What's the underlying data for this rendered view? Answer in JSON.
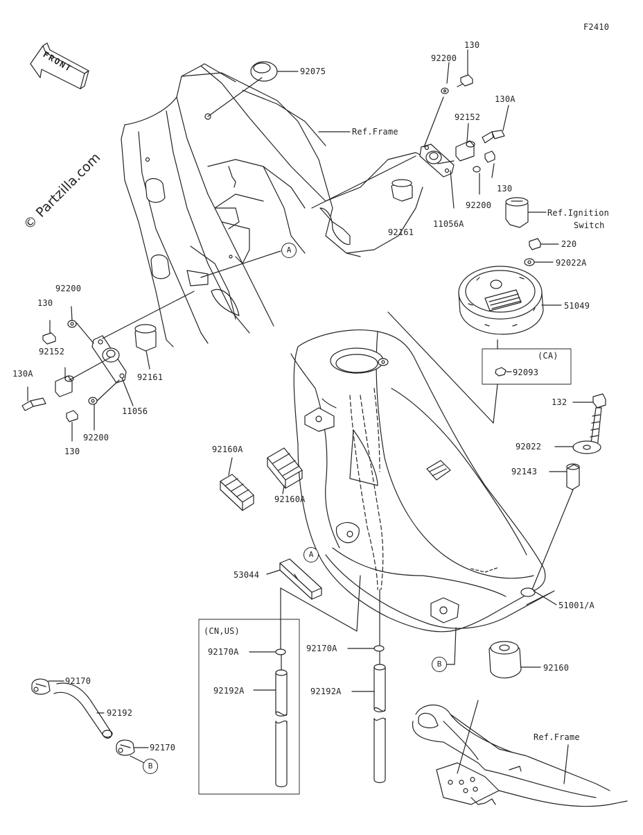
{
  "diagram_code": "F2410",
  "front_label": "FRONT",
  "watermark": "© Partzilla.com",
  "ref_labels": {
    "frame_top": "Ref.Frame",
    "ignition_line1": "Ref.Ignition",
    "ignition_line2": "Switch",
    "frame_bottom": "Ref.Frame"
  },
  "region_labels": {
    "ca": "(CA)",
    "cn_us": "(CN,US)"
  },
  "circle_refs": {
    "a1": "A",
    "a2": "A",
    "b1": "B",
    "b2": "B"
  },
  "parts": {
    "p92075": "92075",
    "p130_top": "130",
    "p92200_top": "92200",
    "p130A_top": "130A",
    "p92152_top": "92152",
    "p130_top2": "130",
    "p92200_top2": "92200",
    "p92161_top": "92161",
    "p11056A": "11056A",
    "p220": "220",
    "p92022A": "92022A",
    "p51049": "51049",
    "p92093": "92093",
    "p132": "132",
    "p92022": "92022",
    "p92143": "92143",
    "p51001A": "51001/A",
    "p92160": "92160",
    "p92200_left": "92200",
    "p130_left": "130",
    "p92152_left": "92152",
    "p130A_left": "130A",
    "p92161_left": "92161",
    "p11056": "11056",
    "p130_left2": "130",
    "p92200_left2": "92200",
    "p92160A_1": "92160A",
    "p92160A_2": "92160A",
    "p53044": "53044",
    "p92170A_box": "92170A",
    "p92192A_box": "92192A",
    "p92170A_mid": "92170A",
    "p92192A_mid": "92192A",
    "p92170_a": "92170",
    "p92192": "92192",
    "p92170_b": "92170"
  }
}
